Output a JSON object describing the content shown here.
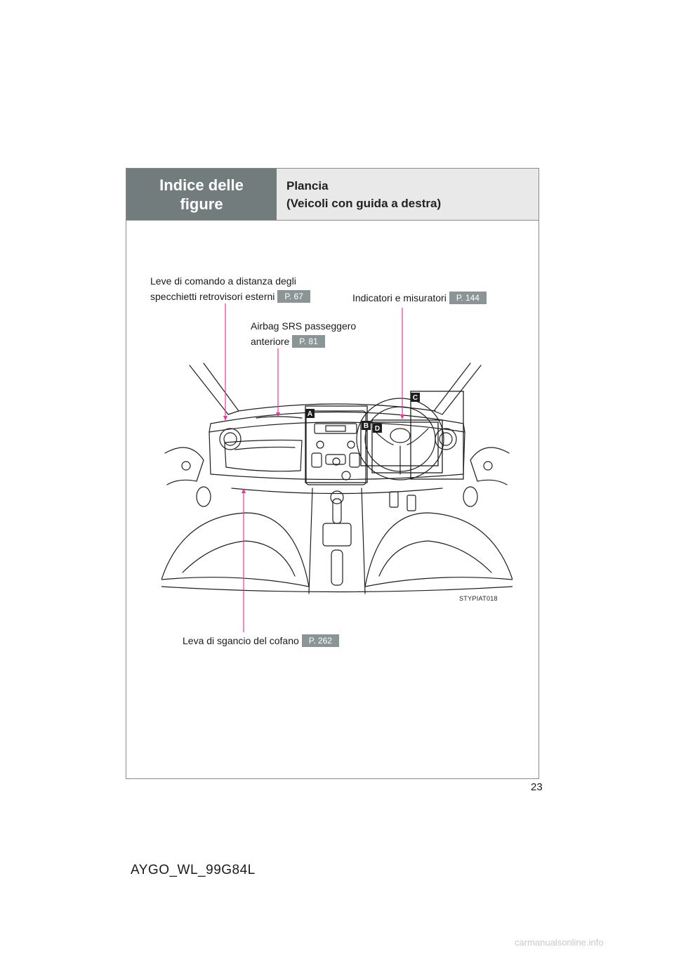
{
  "header": {
    "tab_title": "Indice delle\nfigure",
    "section_line1": "Plancia",
    "section_line2": "(Veicoli con guida a destra)"
  },
  "callouts": {
    "mirrors_line1": "Leve di comando a distanza degli",
    "mirrors_line2": "specchietti retrovisori esterni",
    "mirrors_ref": "P. 67",
    "gauges": "Indicatori e misuratori",
    "gauges_ref": "P. 144",
    "airbag_line1": "Airbag SRS passeggero",
    "airbag_line2": "anteriore",
    "airbag_ref": "P. 81",
    "hood": "Leva di sgancio del cofano",
    "hood_ref": "P. 262"
  },
  "markers": {
    "a": "A",
    "b": "B",
    "c": "C",
    "d": "D"
  },
  "figure_code": "STYPIAT018",
  "page_number": "23",
  "footer_code": "AYGO_WL_99G84L",
  "watermark": "carmanualsonline.info",
  "colors": {
    "tab_bg": "#737c7c",
    "section_bg": "#e9e9e9",
    "ref_bg": "#8c9595",
    "leader": "#e8389c"
  }
}
